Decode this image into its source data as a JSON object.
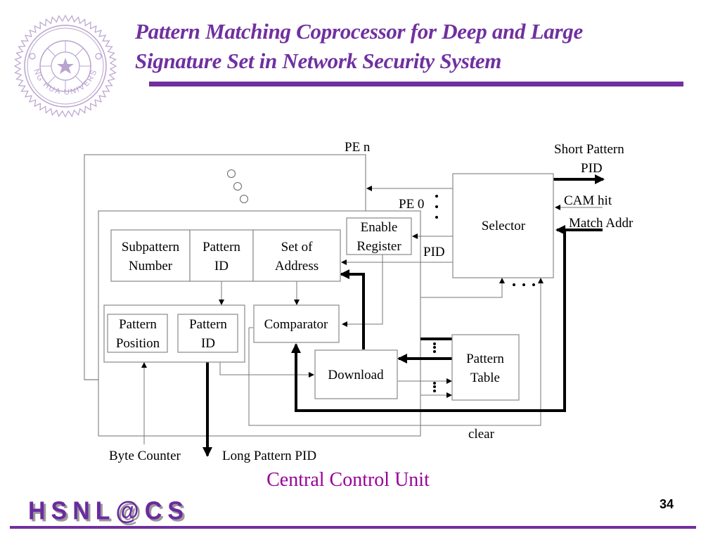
{
  "slide": {
    "title_line1": "Pattern Matching Coprocessor for Deep and Large",
    "title_line2": "Signature Set in Network Security System",
    "caption": "Central Control Unit",
    "page_number": "34",
    "footer_logo": "HSNL@CS",
    "seal_text": "TSING HUA UNIVERSITY",
    "accent_color": "#7030a0",
    "caption_color": "#990099"
  },
  "diagram": {
    "labels": {
      "pe_n": "PE n",
      "pe_0": "PE 0",
      "short_pattern_line1": "Short Pattern",
      "short_pattern_line2": "PID",
      "cam_hit": "CAM hit",
      "match_addr": "Match Addr",
      "pid": "PID",
      "clear": "clear",
      "byte_counter": "Byte Counter",
      "long_pattern_pid": "Long Pattern PID"
    },
    "blocks": {
      "selector": [
        "Selector"
      ],
      "enable_register": [
        "Enable",
        "Register"
      ],
      "subpattern_number": [
        "Subpattern",
        "Number"
      ],
      "pattern_id_top": [
        "Pattern",
        "ID"
      ],
      "set_of_address": [
        "Set of",
        "Address"
      ],
      "pattern_position": [
        "Pattern",
        "Position"
      ],
      "pattern_id_bottom": [
        "Pattern",
        "ID"
      ],
      "comparator": [
        "Comparator"
      ],
      "download": [
        "Download"
      ],
      "pattern_table": [
        "Pattern",
        "Table"
      ]
    }
  }
}
